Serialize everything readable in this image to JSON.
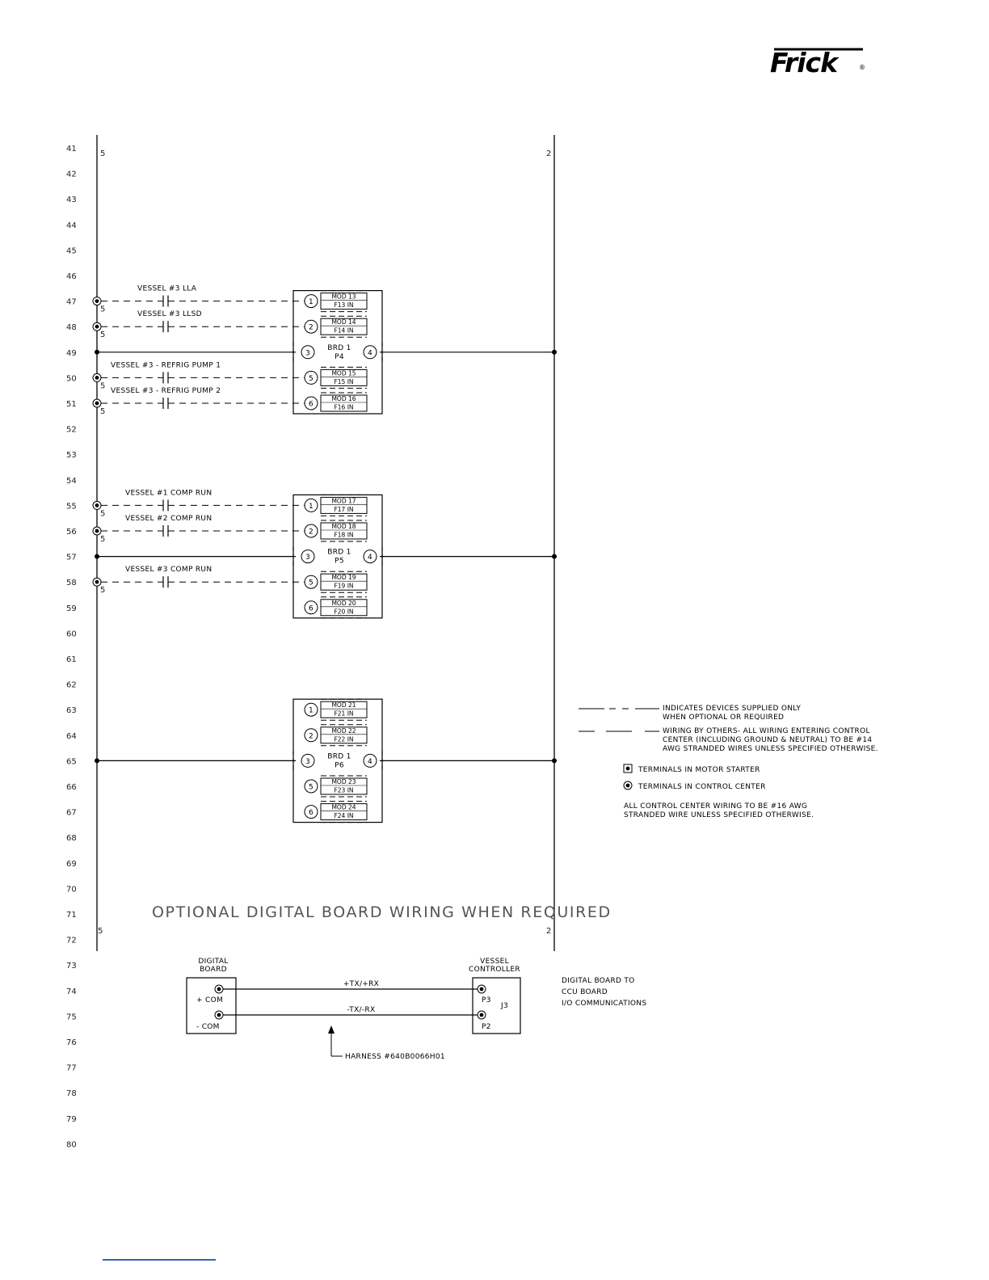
{
  "brand": {
    "logo_text": "Frick",
    "registered_mark": "®"
  },
  "rungs": [
    "41",
    "42",
    "43",
    "44",
    "45",
    "46",
    "47",
    "48",
    "49",
    "50",
    "51",
    "52",
    "53",
    "54",
    "55",
    "56",
    "57",
    "58",
    "59",
    "60",
    "61",
    "62",
    "63",
    "64",
    "65",
    "66",
    "67",
    "68",
    "69",
    "70",
    "71",
    "72",
    "73",
    "74",
    "75",
    "76",
    "77",
    "78",
    "79",
    "80"
  ],
  "rail_labels": {
    "left": "5",
    "right": "2"
  },
  "wire_number": "5",
  "boards": [
    {
      "board_label": "BRD 1",
      "port_label": "P4",
      "common_in": "3",
      "common_out": "4",
      "inputs": [
        {
          "terminal": "1",
          "module": "MOD 13",
          "input": "F13 IN",
          "device": "VESSEL #3 LLA"
        },
        {
          "terminal": "2",
          "module": "MOD 14",
          "input": "F14 IN",
          "device": "VESSEL #3 LLSD"
        },
        {
          "terminal": "5",
          "module": "MOD 15",
          "input": "F15 IN",
          "device": "VESSEL #3 - REFRIG PUMP 1"
        },
        {
          "terminal": "6",
          "module": "MOD 16",
          "input": "F16 IN",
          "device": "VESSEL #3 - REFRIG PUMP 2"
        }
      ]
    },
    {
      "board_label": "BRD 1",
      "port_label": "P5",
      "common_in": "3",
      "common_out": "4",
      "inputs": [
        {
          "terminal": "1",
          "module": "MOD 17",
          "input": "F17 IN",
          "device": "VESSEL #1 COMP RUN"
        },
        {
          "terminal": "2",
          "module": "MOD 18",
          "input": "F18 IN",
          "device": "VESSEL #2 COMP RUN"
        },
        {
          "terminal": "5",
          "module": "MOD 19",
          "input": "F19 IN",
          "device": "VESSEL #3 COMP RUN"
        },
        {
          "terminal": "6",
          "module": "MOD 20",
          "input": "F20 IN",
          "device": ""
        }
      ]
    },
    {
      "board_label": "BRD 1",
      "port_label": "P6",
      "common_in": "3",
      "common_out": "4",
      "inputs": [
        {
          "terminal": "1",
          "module": "MOD 21",
          "input": "F21 IN",
          "device": ""
        },
        {
          "terminal": "2",
          "module": "MOD 22",
          "input": "F22 IN",
          "device": ""
        },
        {
          "terminal": "5",
          "module": "MOD 23",
          "input": "F23 IN",
          "device": ""
        },
        {
          "terminal": "6",
          "module": "MOD 24",
          "input": "F24 IN",
          "device": ""
        }
      ]
    }
  ],
  "legend": {
    "optional_line": [
      "INDICATES DEVICES SUPPLIED ONLY",
      "WHEN OPTIONAL OR REQUIRED"
    ],
    "field_wiring": [
      "WIRING BY OTHERS- ALL WIRING ENTERING CONTROL",
      "CENTER (INCLUDING GROUND & NEUTRAL) TO BE #14",
      "AWG STRANDED WIRES UNLESS SPECIFIED OTHERWISE."
    ],
    "motor_starter_terminal": "TERMINALS IN MOTOR STARTER",
    "control_center_terminal": "TERMINALS IN CONTROL CENTER",
    "wiring_note": [
      "ALL CONTROL CENTER WIRING TO BE #16 AWG",
      "STRANDED WIRE UNLESS SPECIFIED OTHERWISE."
    ]
  },
  "section_title": "OPTIONAL DIGITAL BOARD WIRING WHEN REQUIRED",
  "comms": {
    "digital_board": [
      "DIGITAL",
      "BOARD"
    ],
    "plus_com": "+ COM",
    "minus_com": "- COM",
    "vessel_controller": [
      "VESSEL",
      "CONTROLLER"
    ],
    "line_plus": "+TX/+RX",
    "line_minus": "-TX/-RX",
    "p3": "P3",
    "p2": "P2",
    "j3": "J3",
    "harness": "HARNESS #640B0066H01",
    "note": [
      "DIGITAL BOARD TO",
      "CCU BOARD",
      "I/O COMMUNICATIONS"
    ]
  }
}
